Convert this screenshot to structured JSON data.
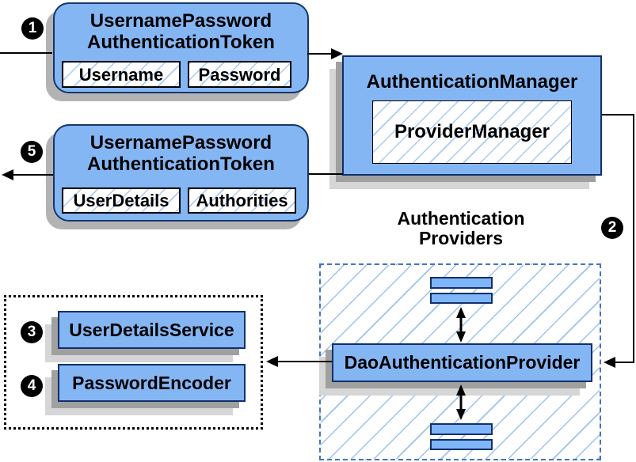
{
  "token_request": {
    "title_line1": "UsernamePassword",
    "title_line2": "AuthenticationToken",
    "field1": "Username",
    "field2": "Password"
  },
  "auth_manager": {
    "title": "AuthenticationManager",
    "inner": "ProviderManager"
  },
  "token_result": {
    "title_line1": "UsernamePassword",
    "title_line2": "AuthenticationToken",
    "field1": "UserDetails",
    "field2": "Authorities"
  },
  "providers": {
    "label_line1": "Authentication",
    "label_line2": "Providers",
    "dao": "DaoAuthenticationProvider"
  },
  "services": {
    "user_details_service": "UserDetailsService",
    "password_encoder": "PasswordEncoder"
  },
  "steps": {
    "s1": "1",
    "s2": "2",
    "s3": "3",
    "s4": "4",
    "s5": "5"
  },
  "colors": {
    "box_fill": "#85b6f4",
    "rounded_border": "#14376b",
    "square_border": "#10306b",
    "hatch_line": "#a9cbf2",
    "dashed_border": "#4473c5",
    "shadow_dark": "#a0a0a0",
    "shadow_light": "#d6d6d6",
    "arrow": "#000000"
  }
}
